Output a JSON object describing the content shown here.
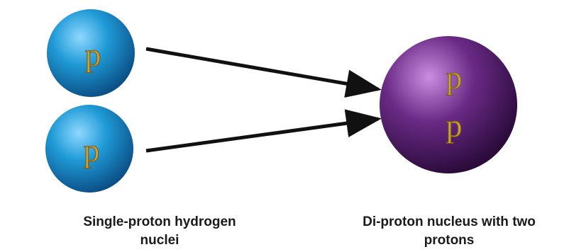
{
  "diagram": {
    "inputs": {
      "particles": [
        {
          "label": "p"
        },
        {
          "label": "p"
        }
      ],
      "caption": {
        "line1": "Single-proton hydrogen",
        "line2": "nuclei"
      }
    },
    "output": {
      "labels": [
        "p",
        "p"
      ],
      "caption": {
        "line1": "Di-proton nucleus with two",
        "line2": "protons"
      }
    },
    "colors": {
      "proton_base": "#1f9ad6",
      "proton_highlight": "#8fd8ff",
      "proton_shadow": "#0b4f86",
      "diproton_base": "#6a2a86",
      "diproton_highlight": "#c98de0",
      "diproton_shadow": "#2a0b3a",
      "label_gold": "#c9a23a",
      "arrow": "#111111"
    }
  }
}
